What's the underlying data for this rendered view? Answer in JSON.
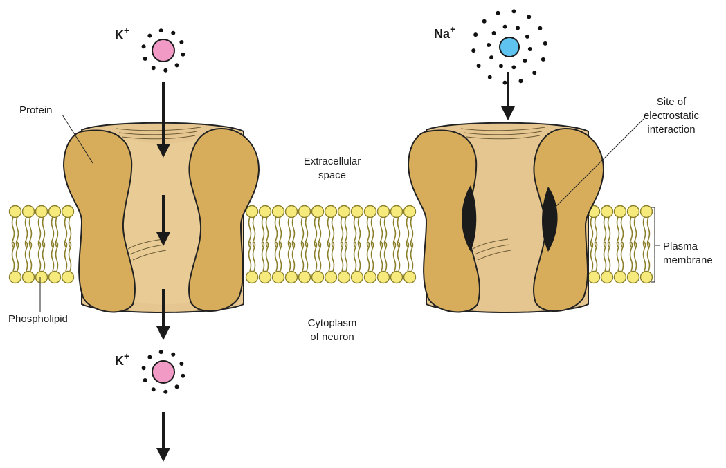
{
  "ions": {
    "potassium": {
      "symbol": "K",
      "charge": "+"
    },
    "sodium": {
      "symbol": "Na",
      "charge": "+"
    }
  },
  "labels": {
    "protein": "Protein",
    "phospholipid": "Phospholipid",
    "extracellular": [
      "Extracellular",
      "space"
    ],
    "cytoplasm": [
      "Cytoplasm",
      "of neuron"
    ],
    "plasma_membrane": [
      "Plasma",
      "membrane"
    ],
    "electrostatic": [
      "Site of",
      "electrostatic",
      "interaction"
    ]
  },
  "colors": {
    "lipid_head": "#f6ea7c",
    "lipid_stroke": "#8a7f2a",
    "protein_outer": "#d7ad5c",
    "protein_inner": "#e5c690",
    "potassium_ion": "#f29ac6",
    "sodium_ion": "#5ec3ee",
    "site": "#1b1b1b",
    "arrow": "#1a1a1a"
  }
}
